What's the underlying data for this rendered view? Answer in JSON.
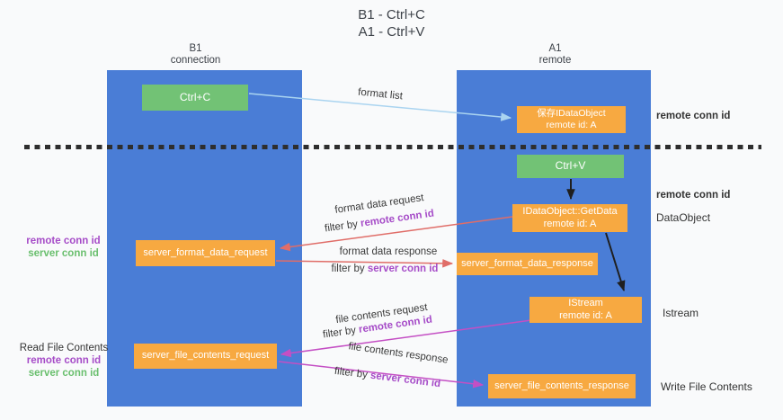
{
  "title": {
    "line1": "B1 - Ctrl+C",
    "line2": "A1 - Ctrl+V"
  },
  "columns": {
    "b1": {
      "name": "B1",
      "role": "connection"
    },
    "a1": {
      "name": "A1",
      "role": "remote"
    }
  },
  "boxes": {
    "ctrl_c": {
      "label": "Ctrl+C"
    },
    "ctrl_v": {
      "label": "Ctrl+V"
    },
    "save_idataobject": {
      "line1": "保存IDataObject",
      "line2": "remote id: A"
    },
    "idataobject_getdata": {
      "line1": "IDataObject::GetData",
      "line2": "remote id: A"
    },
    "istream": {
      "line1": "IStream",
      "line2": "remote id: A"
    },
    "server_format_data_request": {
      "label": "server_format_data_request"
    },
    "server_format_data_response": {
      "label": "server_format_data_response"
    },
    "server_file_contents_request": {
      "label": "server_file_contents_request"
    },
    "server_file_contents_response": {
      "label": "server_file_contents_response"
    }
  },
  "left_labels": {
    "block1": {
      "remote": "remote conn id",
      "server": "server conn id"
    },
    "block2": {
      "title": "Read File Contents",
      "remote": "remote conn id",
      "server": "server conn id"
    }
  },
  "right_labels": {
    "remote_conn_id_top": "remote conn id",
    "remote_conn_id_mid": "remote conn id",
    "dataobject": "DataObject",
    "istream": "Istream",
    "write_file_contents": "Write File Contents"
  },
  "flows": {
    "format_list": {
      "label": "format list"
    },
    "format_data_request": {
      "label": "format data request",
      "filter_prefix": "filter by",
      "filter_key": "remote conn id"
    },
    "format_data_response": {
      "label": "format data response",
      "filter_prefix": "filter by",
      "filter_key": "server conn id"
    },
    "file_contents_request": {
      "label": "file contents request",
      "filter_prefix": "filter by",
      "filter_key": "remote conn id"
    },
    "file_contents_response": {
      "label": "file contents response",
      "filter_prefix": "filter by",
      "filter_key": "server conn id"
    }
  },
  "colors": {
    "panel_blue": "#4a7dd6",
    "box_green": "#72c275",
    "box_orange": "#f7a941",
    "remote_conn_id_purple": "#a64cc8",
    "server_conn_id_green": "#6abf6e",
    "request_arrow_red": "#e06d68",
    "contents_arrow_magenta": "#c44fc4",
    "format_list_arrow_blue": "#aad4f0",
    "separator_dash": "#2e2e2e"
  }
}
